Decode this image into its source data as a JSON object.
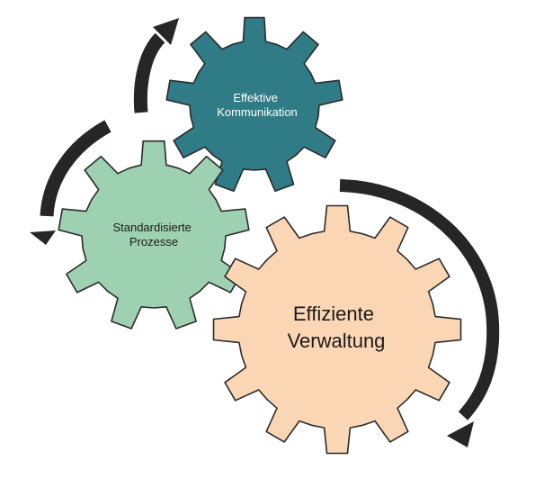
{
  "diagram": {
    "gears": [
      {
        "id": "effektive-kommunikation",
        "lines": [
          "Effektive",
          "Kommunikation"
        ],
        "fill": "#2f7c86",
        "text_color": "#ffffff"
      },
      {
        "id": "standardisierte-prozesse",
        "lines": [
          "Standardisierte",
          "Prozesse"
        ],
        "fill": "#9dd1b1",
        "text_color": "#1a1a1a"
      },
      {
        "id": "effiziente-verwaltung",
        "lines": [
          "Effiziente",
          "Verwaltung"
        ],
        "fill": "#fbd6b4",
        "text_color": "#1a1a1a"
      }
    ],
    "arrow_color": "#262626",
    "outline_color": "#2b2b2b",
    "arrow_direction": "counter-clockwise for the two upper-left arrows, clockwise for the right arrow"
  }
}
